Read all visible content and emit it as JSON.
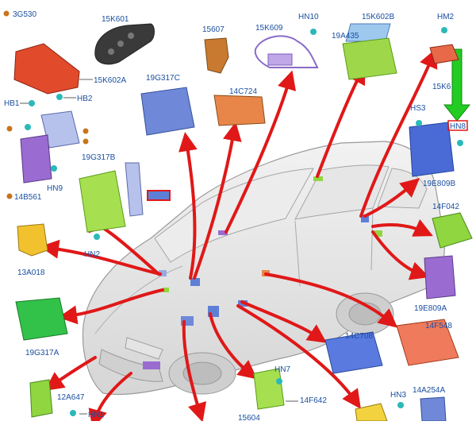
{
  "labels": {
    "l3G530": "3G530",
    "l15K601": "15K601",
    "l15607": "15607",
    "l15K609": "15K609",
    "lHN10": "HN10",
    "l15K602B": "15K602B",
    "lHM2": "HM2",
    "l19A435": "19A435",
    "l15K602A": "15K602A",
    "lHB1": "HB1",
    "lHB2": "HB2",
    "l19G317C": "19G317C",
    "l14C724": "14C724",
    "l15K6": "15K6",
    "lHS3": "HS3",
    "lHN8": "HN8",
    "l19G317B": "19G317B",
    "lHN9": "HN9",
    "l14B561": "14B561",
    "l19E809B": "19E809B",
    "l14F042": "14F042",
    "lHN2": "HN2",
    "l13A018": "13A018",
    "l19E809A": "19E809A",
    "l14C708": "14C708",
    "l14F548": "14F548",
    "l19G317A": "19G317A",
    "lHN7": "HN7",
    "l14F642": "14F642",
    "l12A647": "12A647",
    "lHN1": "HN1",
    "l15604": "15604",
    "lHN3": "HN3",
    "l14A254A": "14A254A"
  },
  "colors": {
    "label_text": "#1a4fa0",
    "arrow_red": "#e01818",
    "highlight_green": "#22cc22",
    "highlight_box": "#e01818",
    "module_blue": "#5d7fd6",
    "module_green": "#8fd640",
    "module_orange": "#e8864a",
    "module_red": "#e24a2c",
    "module_purple": "#9a6bd0",
    "module_yellow": "#f2c12e",
    "dot_orange": "#c8741c",
    "clip_teal": "#2cb8b8"
  }
}
